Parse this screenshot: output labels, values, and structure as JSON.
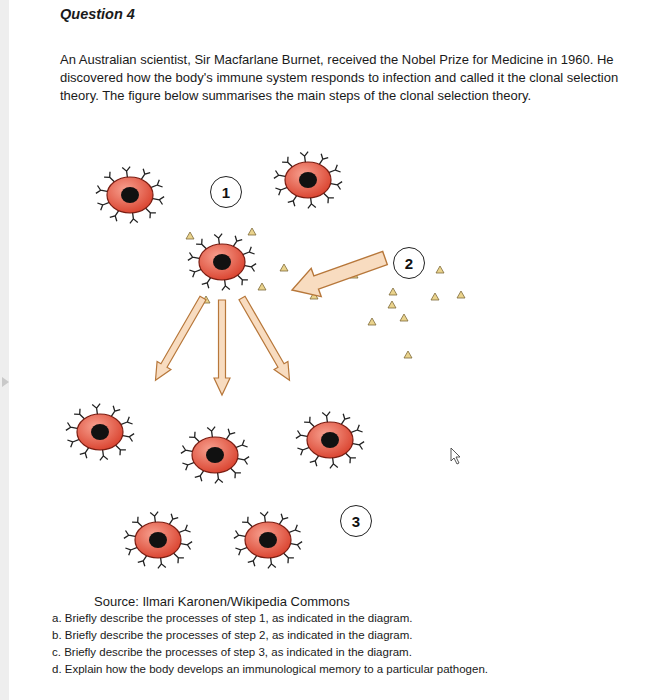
{
  "diagram": {
    "title": "Question 4",
    "nodes": [
      {
        "text": [
          "1"
        ]
      },
      {
        "text": [
          "2"
        ]
      },
      {
        "text": [
          "3"
        ]
      }
    ],
    "labels": [
      "An Australian scientist, Sir Macfarlane Burnet, received the Nobel Prize for Medicine in 1960. He discovered how the body's immune system responds to infection and called it the clonal selection theory. The figure below summarises the main steps of the clonal selection theory.",
      "Source: Ilmari Karonen/Wikipedia Commons",
      "a. Briefly describe the processes of step 1, as indicated in the diagram.",
      "b. Briefly describe the processes of step 2, as indicated in the diagram.",
      "c. Briefly describe the processes of step 3, as indicated in the diagram.",
      "d. Explain how the body develops an immunological memory to a particular pathogen."
    ]
  }
}
